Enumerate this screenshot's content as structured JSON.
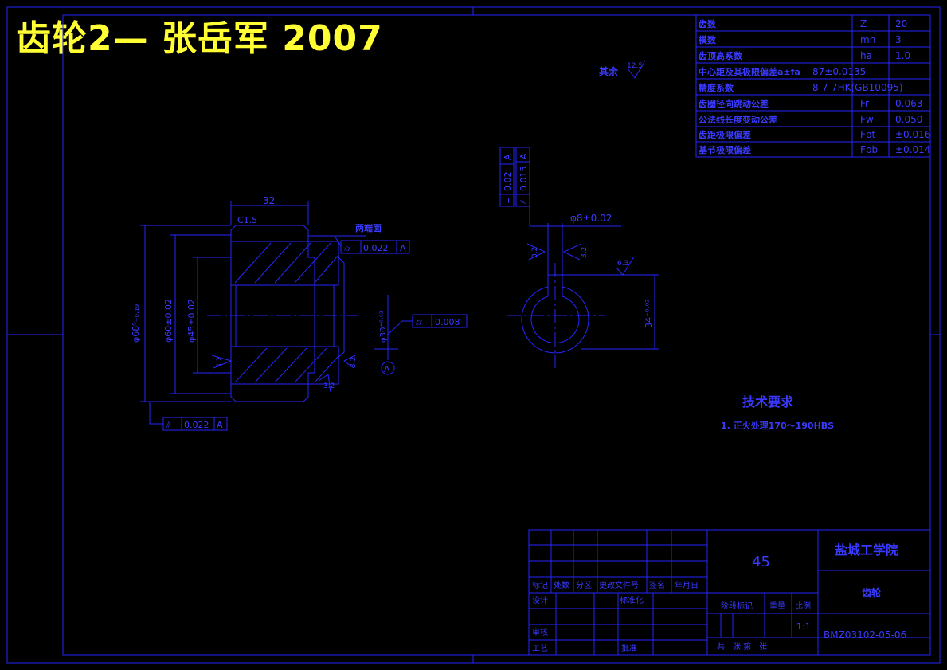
{
  "title": "齿轮2— 张岳军 2007",
  "params": [
    {
      "label": "齿数",
      "symbol": "Z",
      "value": "20"
    },
    {
      "label": "模数",
      "symbol": "mn",
      "value": "3"
    },
    {
      "label": "齿顶高系数",
      "symbol": "ha",
      "value": "1.0"
    },
    {
      "label": "中心距及其极限偏差a±fa",
      "symbol": "",
      "value": "87±0.0135"
    },
    {
      "label": "精度系数",
      "symbol": "",
      "value": "8-7-7HK(GB10095)"
    },
    {
      "label": "齿圈径向跳动公差",
      "symbol": "Fr",
      "value": "0.063"
    },
    {
      "label": "公法线长度变动公差",
      "symbol": "Fw",
      "value": "0.050"
    },
    {
      "label": "齿距极限偏差",
      "symbol": "Fpt",
      "value": "±0.016"
    },
    {
      "label": "基节极限偏差",
      "symbol": "Fpb",
      "value": "±0.014"
    }
  ],
  "roughness_other": {
    "label": "其余",
    "value": "12.5"
  },
  "left_view": {
    "dim_width": "32",
    "chamfer": "C1.5",
    "both_ends": "两端面",
    "dia_outer": "φ68⁰₋₀.₁₉",
    "dia_60": "φ60±0.02",
    "dia_45": "φ45±0.02",
    "dia_bore": "φ30⁺⁰·⁰²",
    "tol_top": {
      "symbol": "⌭",
      "value": "0.022",
      "datum": "A"
    },
    "tol_bottom": {
      "symbol": "⫽",
      "value": "0.022",
      "datum": "A"
    },
    "tol_bore": {
      "symbol": "⌭",
      "value": "0.008"
    },
    "datum": "A",
    "rough_32a": "3.2",
    "rough_32b": "3.2",
    "rough_32c": "3.2"
  },
  "right_view": {
    "tol_sym": {
      "symbol": "=",
      "value": "0.02",
      "datum": "A"
    },
    "tol_par": {
      "symbol": "⫽",
      "value": "0.015",
      "datum": "A"
    },
    "key_width": "φ8±0.02",
    "key_depth": "34⁺⁰·⁰²",
    "rough_a": "3.2",
    "rough_b": "3.2",
    "rough_c": "6.3"
  },
  "tech_req": {
    "title": "技术要求",
    "item": "1. 正火处理170～190HBS"
  },
  "title_block": {
    "material": "45",
    "school": "盐城工学院",
    "part": "齿轮",
    "drawing_no": "BMZ03102-05-06",
    "scale": "1:1",
    "col_mark": "标记",
    "col_count": "处数",
    "col_zone": "分区",
    "col_doc": "更改文件号",
    "col_sign": "签名",
    "col_date": "年月日",
    "design": "设计",
    "standard": "标准化",
    "review": "审核",
    "process": "工艺",
    "approve": "批准",
    "stage": "阶段标记",
    "weight": "重量",
    "ratio": "比例",
    "sheets": "共　张 第　张"
  }
}
